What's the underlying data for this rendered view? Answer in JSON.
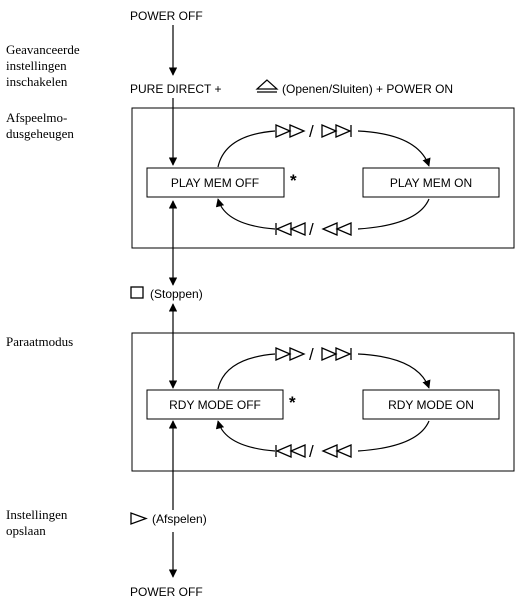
{
  "top": {
    "power_off": "POWER OFF"
  },
  "advanced": {
    "label_lines": [
      "Geavanceerde",
      "instellingen",
      "inschakelen"
    ],
    "command_prefix": "PURE DIRECT +",
    "command_suffix": "(Openen/Sluiten) + POWER ON"
  },
  "play_memory": {
    "label_lines": [
      "Afspeelmo-",
      "dusgeheugen"
    ],
    "off_state": "PLAY MEM OFF",
    "on_state": "PLAY MEM ON",
    "default_mark": "*",
    "separator": "/"
  },
  "stop": {
    "label": "(Stoppen)"
  },
  "ready_mode": {
    "label_lines": [
      "Paraatmodus"
    ],
    "off_state": "RDY MODE OFF",
    "on_state": "RDY MODE ON",
    "default_mark": "*",
    "separator": "/"
  },
  "save": {
    "label_lines": [
      "Instellingen",
      "opslaan"
    ],
    "play_label": "(Afspelen)"
  },
  "bottom": {
    "power_off": "POWER OFF"
  },
  "icons": {
    "eject": "eject-icon",
    "stop": "stop-icon",
    "play": "play-icon",
    "fast_forward": "fast-forward-icon",
    "skip_forward": "skip-forward-icon",
    "skip_back": "skip-back-icon",
    "rewind": "rewind-icon"
  }
}
